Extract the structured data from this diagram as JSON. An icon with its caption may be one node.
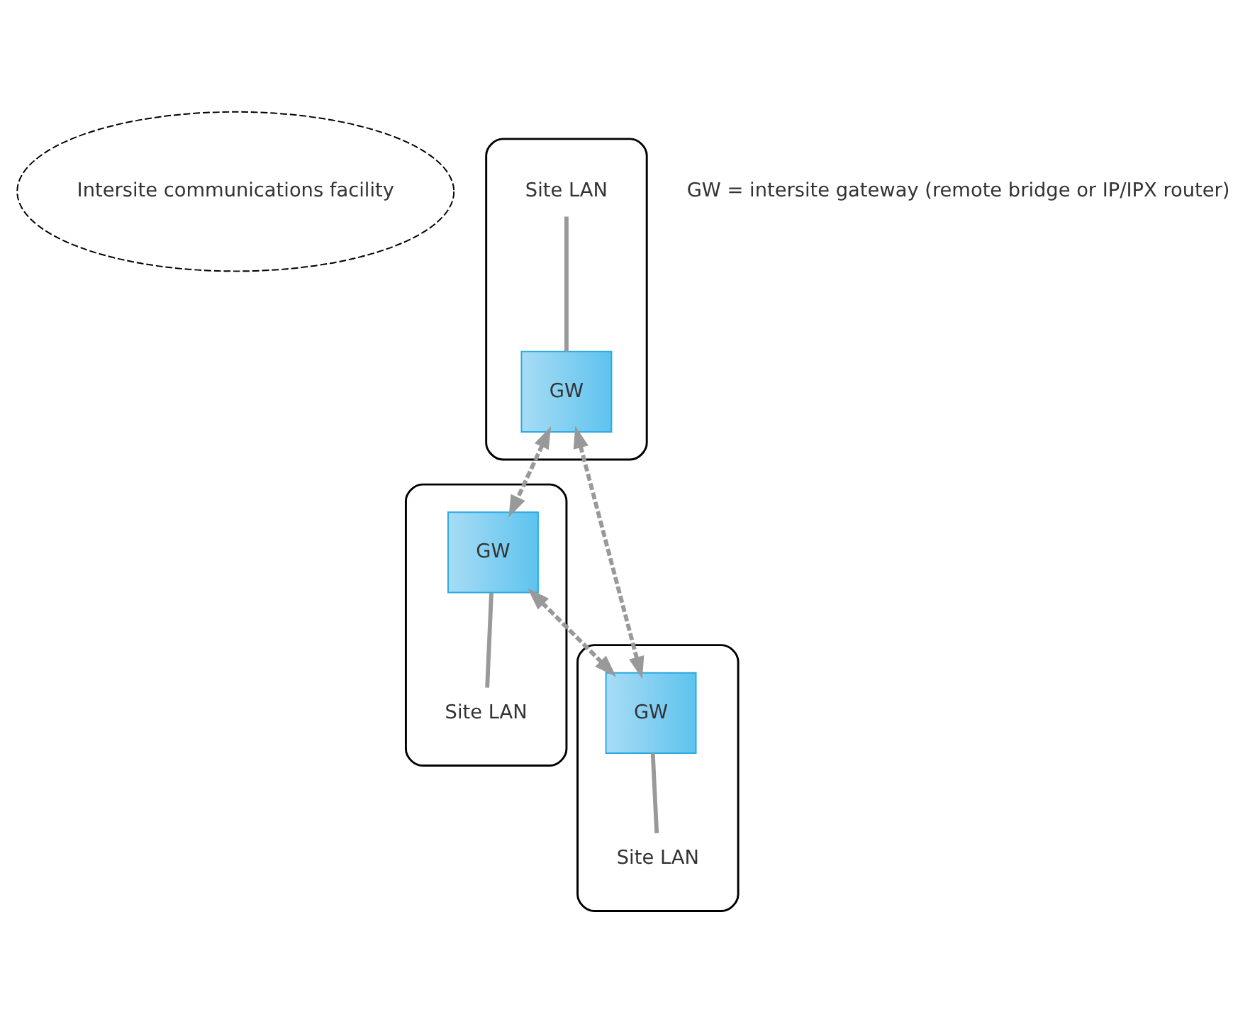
{
  "diagram": {
    "nodes": [
      {
        "text": [
          "Intersite communications facility"
        ]
      },
      {
        "text": [],
        "shape": "cloud"
      },
      {
        "text": [
          "Site LAN"
        ],
        "in": 1
      },
      {
        "text": [
          "GW"
        ],
        "in": 1
      },
      {
        "text": [],
        "shape": "cloud"
      },
      {
        "text": [
          "GW"
        ],
        "in": 4
      },
      {
        "text": [
          "Site LAN"
        ],
        "in": 4
      },
      {
        "text": [],
        "shape": "cloud"
      },
      {
        "text": [
          "GW"
        ],
        "in": 7
      },
      {
        "text": [
          "Site LAN"
        ],
        "in": 7
      }
    ],
    "edges": [
      {
        "from": 2,
        "to": 3,
        "arrow": "none"
      },
      {
        "from": 3,
        "to": 5,
        "arrow": "both",
        "style": "dashed"
      },
      {
        "from": 3,
        "to": 8,
        "arrow": "both",
        "style": "dashed"
      },
      {
        "from": 5,
        "to": 8,
        "arrow": "both",
        "style": "dashed"
      },
      {
        "from": 5,
        "to": 6,
        "arrow": "none"
      },
      {
        "from": 8,
        "to": 9,
        "arrow": "none"
      }
    ],
    "labels": [
      "GW = intersite gateway (remote bridge or IP/IPX router)"
    ]
  }
}
